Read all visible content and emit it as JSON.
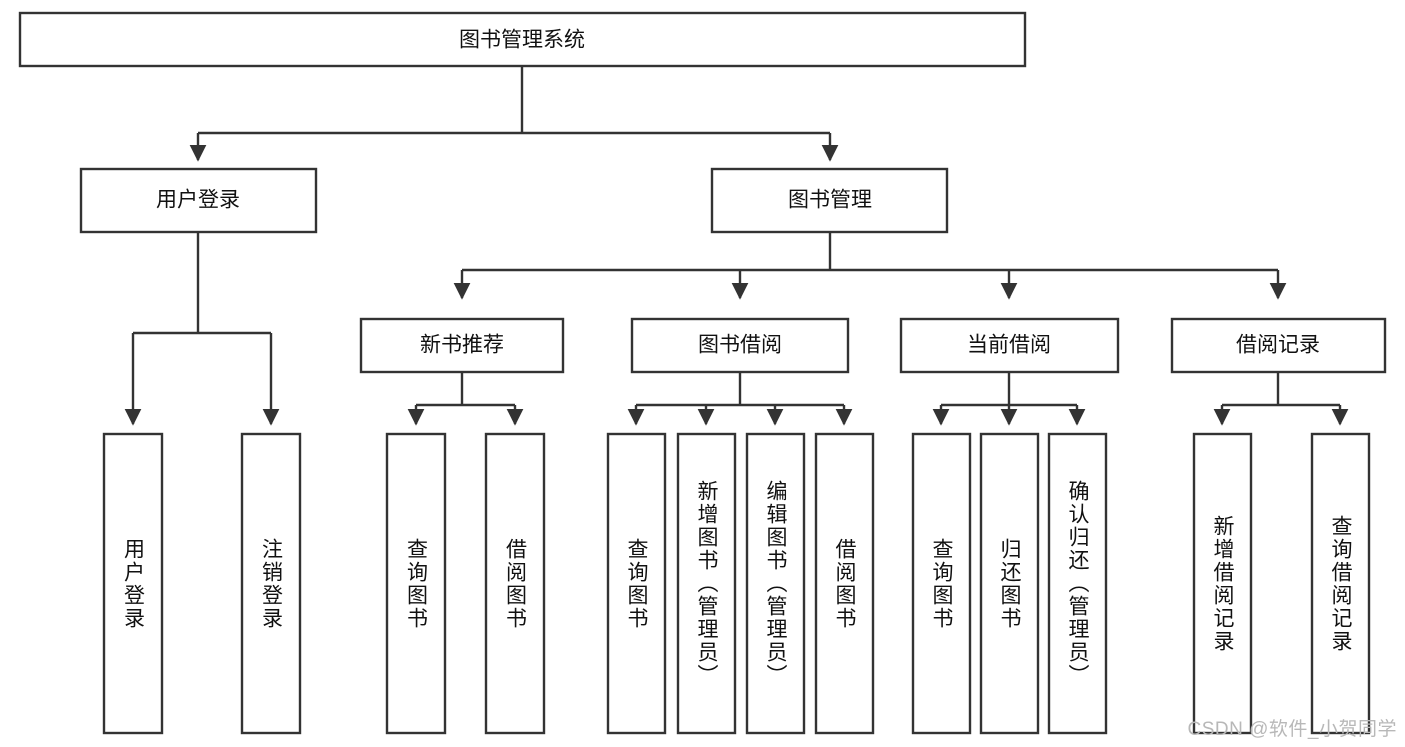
{
  "diagram": {
    "type": "tree",
    "orientation": "top-down",
    "root": {
      "id": "root",
      "label": "图书管理系统"
    },
    "level2": [
      {
        "id": "user-login",
        "label": "用户登录"
      },
      {
        "id": "book-manage",
        "label": "图书管理"
      }
    ],
    "level3": [
      {
        "id": "new-book-recommend",
        "label": "新书推荐",
        "parent": "book-manage"
      },
      {
        "id": "book-borrow",
        "label": "图书借阅",
        "parent": "book-manage"
      },
      {
        "id": "current-borrow",
        "label": "当前借阅",
        "parent": "book-manage"
      },
      {
        "id": "borrow-record",
        "label": "借阅记录",
        "parent": "book-manage"
      }
    ],
    "leaves": {
      "user-login": [
        {
          "id": "leaf-user-login",
          "label": "用户登录"
        },
        {
          "id": "leaf-logout",
          "label": "注销登录"
        }
      ],
      "new-book-recommend": [
        {
          "id": "leaf-query-book-1",
          "label": "查询图书"
        },
        {
          "id": "leaf-borrow-book-1",
          "label": "借阅图书"
        }
      ],
      "book-borrow": [
        {
          "id": "leaf-query-book-2",
          "label": "查询图书"
        },
        {
          "id": "leaf-add-book",
          "label": "新增图书（管理员）"
        },
        {
          "id": "leaf-edit-book",
          "label": "编辑图书（管理员）"
        },
        {
          "id": "leaf-borrow-book-2",
          "label": "借阅图书"
        }
      ],
      "current-borrow": [
        {
          "id": "leaf-query-book-3",
          "label": "查询图书"
        },
        {
          "id": "leaf-return-book",
          "label": "归还图书"
        },
        {
          "id": "leaf-confirm-return",
          "label": "确认归还（管理员）"
        }
      ],
      "borrow-record": [
        {
          "id": "leaf-add-record",
          "label": "新增借阅记录"
        },
        {
          "id": "leaf-query-record",
          "label": "查询借阅记录"
        }
      ]
    }
  },
  "watermark": {
    "text": "CSDN @软件_小贺同学"
  },
  "colors": {
    "stroke": "#333333",
    "box_fill": "#ffffff",
    "text": "#111111",
    "watermark": "#b8b8b8",
    "background": "#ffffff"
  }
}
